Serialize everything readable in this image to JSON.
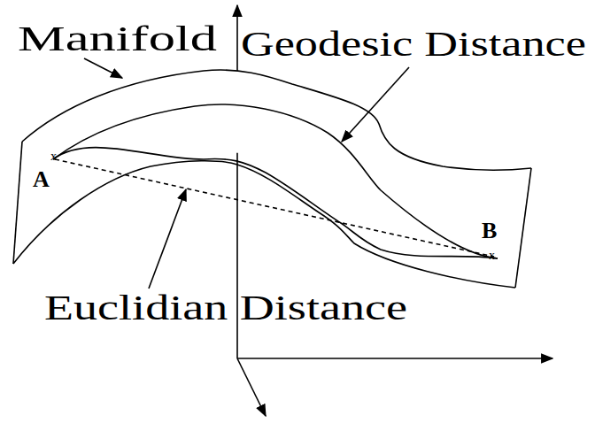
{
  "diagram": {
    "labels": [
      "Manifold",
      "Geodesic Distance",
      "Euclidian Distance",
      "A",
      "B",
      "x",
      "x"
    ]
  }
}
